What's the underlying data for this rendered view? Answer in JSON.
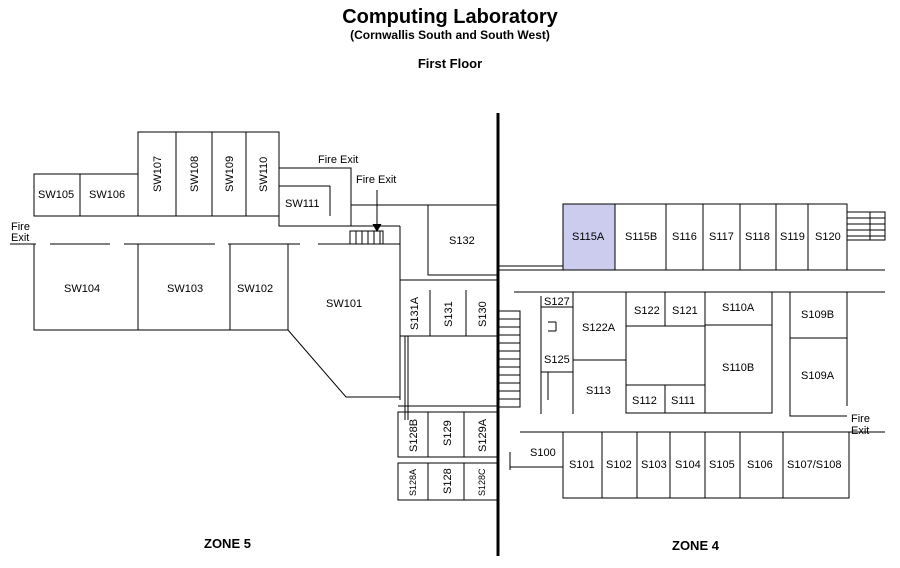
{
  "header": {
    "title": "Computing Laboratory",
    "subtitle": "(Cornwallis South and South West)",
    "floor": "First Floor"
  },
  "zones": {
    "left": "ZONE 5",
    "right": "ZONE 4"
  },
  "labels": {
    "fire_exit": "Fire Exit",
    "fire": "Fire",
    "exit": "Exit"
  },
  "colors": {
    "highlight": "#ccccee",
    "lines": "#000000"
  },
  "rooms": {
    "SW105": "SW105",
    "SW106": "SW106",
    "SW107": "SW107",
    "SW108": "SW108",
    "SW109": "SW109",
    "SW110": "SW110",
    "SW111": "SW111",
    "SW104": "SW104",
    "SW103": "SW103",
    "SW102": "SW102",
    "SW101": "SW101",
    "S132": "S132",
    "S131A": "S131A",
    "S131": "S131",
    "S130": "S130",
    "S128B": "S128B",
    "S129": "S129",
    "S129A": "S129A",
    "S128A": "S128A",
    "S128": "S128",
    "S128C": "S128C",
    "S115A": "S115A",
    "S115B": "S115B",
    "S116": "S116",
    "S117": "S117",
    "S118": "S118",
    "S119": "S119",
    "S120": "S120",
    "S127": "S127",
    "S122A": "S122A",
    "S125": "S125",
    "S113": "S113",
    "S122": "S122",
    "S121": "S121",
    "S110A": "S110A",
    "S110B": "S110B",
    "S112": "S112",
    "S111": "S111",
    "S109B": "S109B",
    "S109A": "S109A",
    "S100": "S100",
    "S101": "S101",
    "S102": "S102",
    "S103": "S103",
    "S104": "S104",
    "S105": "S105",
    "S106": "S106",
    "S107_S108": "S107/S108"
  }
}
